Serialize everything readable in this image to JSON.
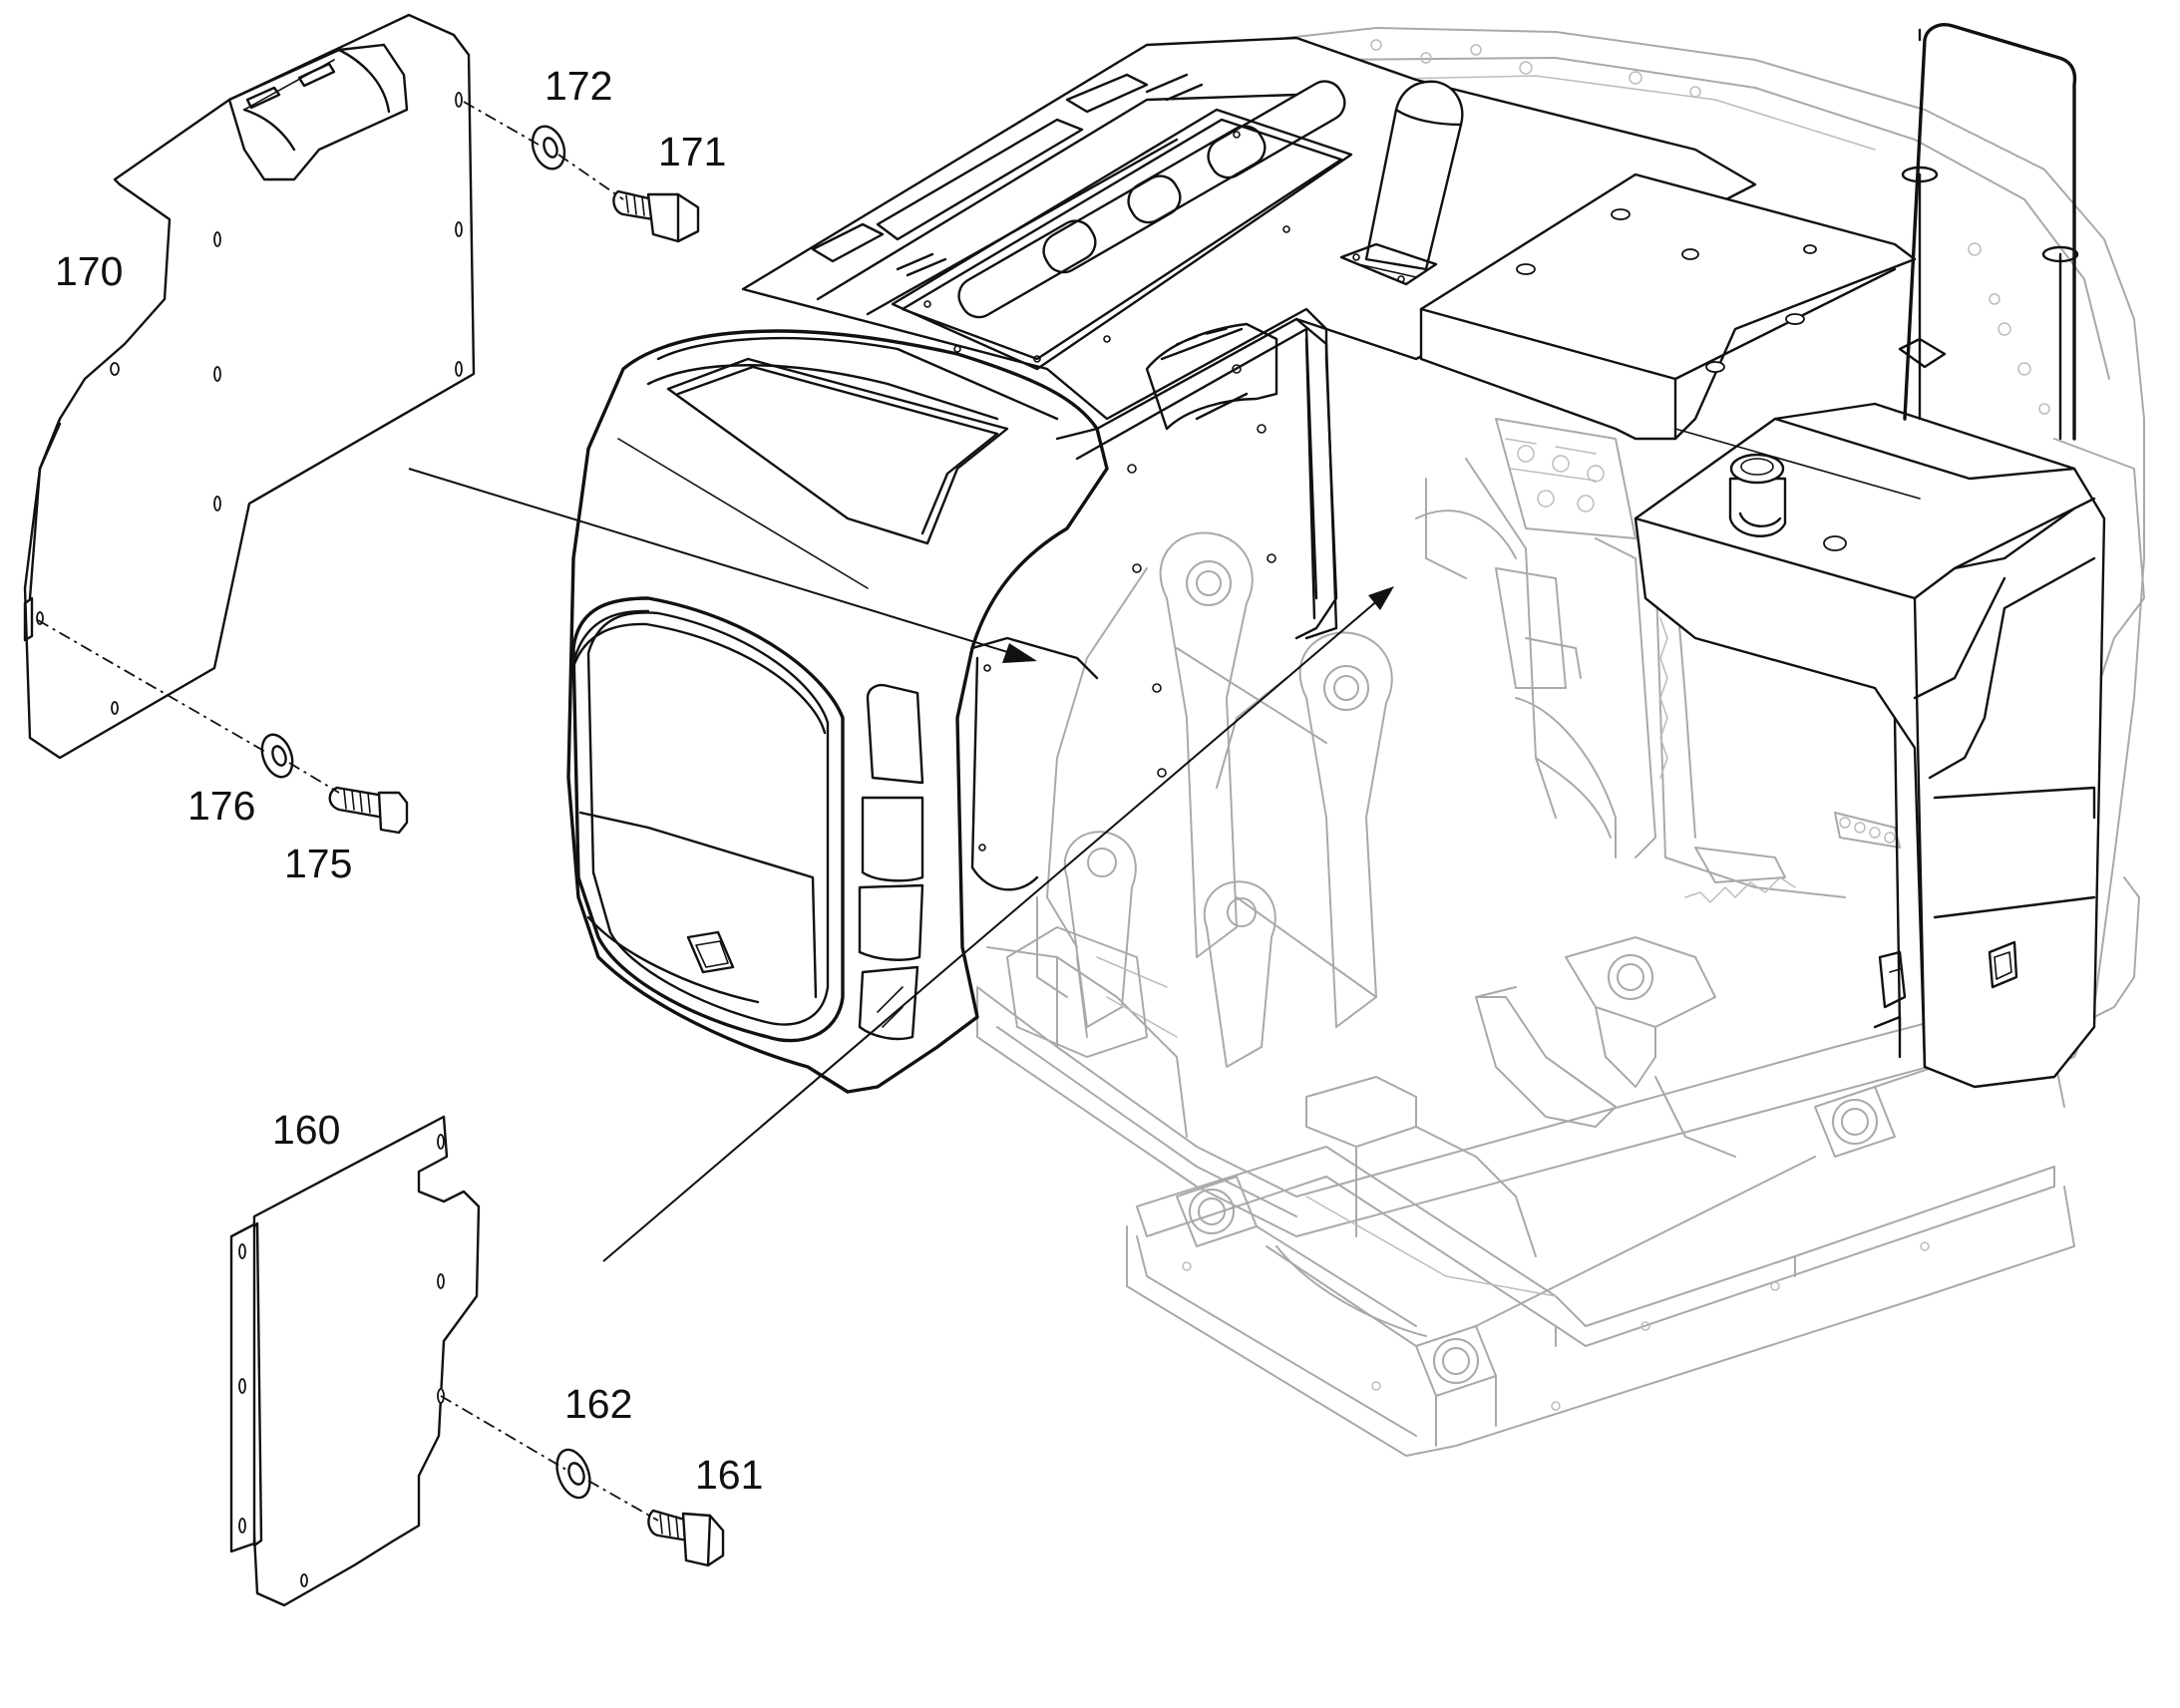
{
  "diagram": {
    "callouts": [
      {
        "id": "170",
        "text": "170"
      },
      {
        "id": "171",
        "text": "171"
      },
      {
        "id": "172",
        "text": "172"
      },
      {
        "id": "175",
        "text": "175"
      },
      {
        "id": "176",
        "text": "176"
      },
      {
        "id": "160",
        "text": "160"
      },
      {
        "id": "161",
        "text": "161"
      },
      {
        "id": "162",
        "text": "162"
      }
    ],
    "colors": {
      "line": "#111111",
      "ghost_line": "#a9a9a9",
      "background": "#ffffff"
    }
  }
}
